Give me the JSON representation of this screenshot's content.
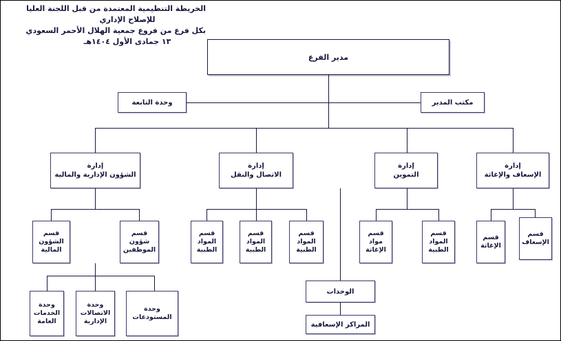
{
  "header": {
    "line1": "الخريطة التنظيمية المعتمدة من قبل اللجنة العليا",
    "line2": "للإصلاح الإداري",
    "line3": "بكل فرع من فروع جمعية الهلال الأحمر السعودي",
    "line4": "١٣ جمادى الأول ١٤٠٤هـ"
  },
  "nodes": {
    "root": {
      "line1": "مدير الفرع"
    },
    "unit_follow": {
      "line1": "وحدة التابعة"
    },
    "manager_office": {
      "line1": "مكتب المدير"
    },
    "dept1": {
      "line1": "إدارة",
      "line2": "الشؤون الإدارية والمالية"
    },
    "dept2": {
      "line1": "إدارة",
      "line2": "الاتصال والنقل"
    },
    "dept3": {
      "line1": "إدارة",
      "line2": "التموين"
    },
    "dept4": {
      "line1": "إدارة",
      "line2": "الإسعاف والإغاثة"
    },
    "sec1": {
      "line1": "قسم",
      "line2": "الشؤون",
      "line3": "المالية"
    },
    "sec2": {
      "line1": "قسم",
      "line2": "شؤون",
      "line3": "الموظفين"
    },
    "sec3": {
      "line1": "قسم",
      "line2": "المواد",
      "line3": "الطبية"
    },
    "sec4": {
      "line1": "قسم",
      "line2": "المواد",
      "line3": "الطبية"
    },
    "sec5": {
      "line1": "قسم",
      "line2": "المواد",
      "line3": "الطبية"
    },
    "sec6": {
      "line1": "قسم",
      "line2": "مواد",
      "line3": "الإغاثة"
    },
    "sec7": {
      "line1": "قسم",
      "line2": "المواد",
      "line3": "الطبية"
    },
    "sec8": {
      "line1": "قسم",
      "line2": "الإغاثة"
    },
    "sec9": {
      "line1": "قسم",
      "line2": "الإسعاف"
    },
    "unit1": {
      "line1": "وحدة",
      "line2": "الخدمات",
      "line3": "العامة"
    },
    "unit2": {
      "line1": "وحدة",
      "line2": "الاتصالات",
      "line3": "الإدارية"
    },
    "unit3": {
      "line1": "وحدة",
      "line2": "المستودعات"
    },
    "units_node": {
      "line1": "الوحدات"
    },
    "centers_node": {
      "line1": "المراكز الإسعافية"
    }
  },
  "colors": {
    "line": "#16163c",
    "box_border": "#3a3a6a",
    "text": "#16163c",
    "background": "#ffffff"
  }
}
